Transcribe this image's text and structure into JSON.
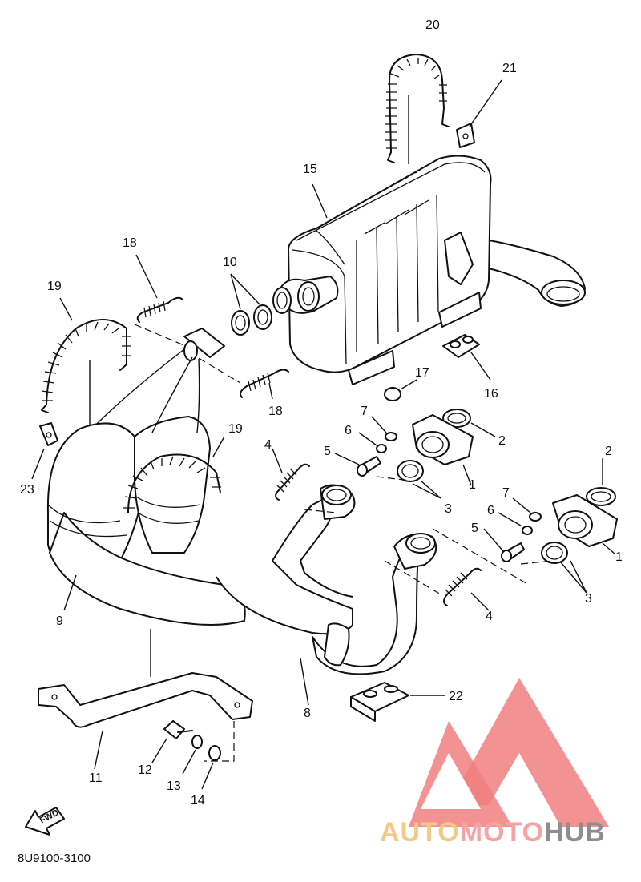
{
  "diagram": {
    "callouts": [
      {
        "id": "c20",
        "text": "20"
      },
      {
        "id": "c21",
        "text": "21"
      },
      {
        "id": "c15",
        "text": "15"
      },
      {
        "id": "c18a",
        "text": "18"
      },
      {
        "id": "c10",
        "text": "10"
      },
      {
        "id": "c19a",
        "text": "19"
      },
      {
        "id": "c17",
        "text": "17"
      },
      {
        "id": "c16",
        "text": "16"
      },
      {
        "id": "c18b",
        "text": "18"
      },
      {
        "id": "c7a",
        "text": "7"
      },
      {
        "id": "c6a",
        "text": "6"
      },
      {
        "id": "c5a",
        "text": "5"
      },
      {
        "id": "c2a",
        "text": "2"
      },
      {
        "id": "c1a",
        "text": "1"
      },
      {
        "id": "c3a",
        "text": "3"
      },
      {
        "id": "c19b",
        "text": "19"
      },
      {
        "id": "c4a",
        "text": "4"
      },
      {
        "id": "c23",
        "text": "23"
      },
      {
        "id": "c2b",
        "text": "2"
      },
      {
        "id": "c7b",
        "text": "7"
      },
      {
        "id": "c6b",
        "text": "6"
      },
      {
        "id": "c5b",
        "text": "5"
      },
      {
        "id": "c1b",
        "text": "1"
      },
      {
        "id": "c3b",
        "text": "3"
      },
      {
        "id": "c4b",
        "text": "4"
      },
      {
        "id": "c9",
        "text": "9"
      },
      {
        "id": "c8",
        "text": "8"
      },
      {
        "id": "c22",
        "text": "22"
      },
      {
        "id": "c11",
        "text": "11"
      },
      {
        "id": "c12",
        "text": "12"
      },
      {
        "id": "c13",
        "text": "13"
      },
      {
        "id": "c14",
        "text": "14"
      }
    ],
    "fwd_label": "FWD",
    "part_code": "8U9100-3100"
  },
  "watermark": {
    "word_1": "AUTO",
    "word_2": "MOTO",
    "word_3": "HUB",
    "colors": {
      "auto": "#f3c98a",
      "moto": "#f4a4a4",
      "hub": "#8e8e8e",
      "logo": "#f07f7f"
    }
  }
}
